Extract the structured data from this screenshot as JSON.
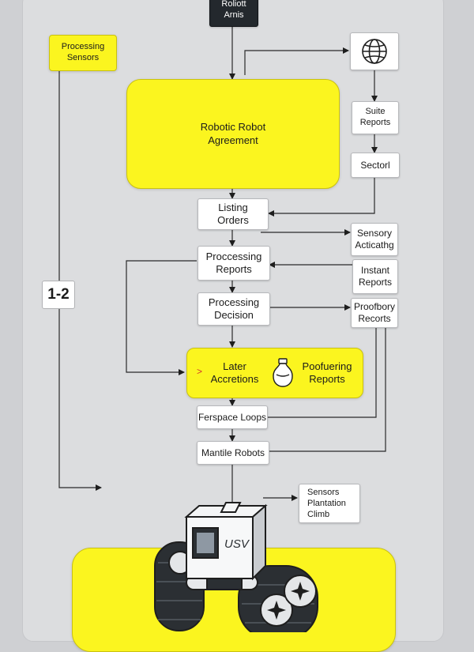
{
  "nodes": {
    "arms": "Roliott\nArnis",
    "processing_sensors": "Processing\nSensors",
    "agreement": "Robotic Robot\nAgreement",
    "suite_reports": "Suite\nReports",
    "sectorl": "Sectorl",
    "listing_orders": "Listing\nOrders",
    "sensory": "Sensory\nActicathg",
    "proccessing_reports": "Proccessing\nReports",
    "instant_reports": "Instant\nReports",
    "processing_decision": "Processing\nDecision",
    "proofbory": "Proofbory\nRecorts",
    "later_accretions": "Later\nAccretions",
    "poofuering_reports": "Poofuering\nReports",
    "ferspace_loops": "Ferspace Loops",
    "mantile_robots": "Mantile Robots",
    "sensors_plantation": "Sensors\nPlantation\nClimb"
  },
  "side_label": "1-2",
  "robot_label": "USV",
  "marker_glyph": ">",
  "icons": [
    "globe-icon",
    "vase-icon",
    "robot-illustration"
  ],
  "colors": {
    "accent_yellow": "#fbf51f",
    "dark_node": "#23282d",
    "background": "#dcdddf",
    "marker_red": "#d33a2c"
  }
}
